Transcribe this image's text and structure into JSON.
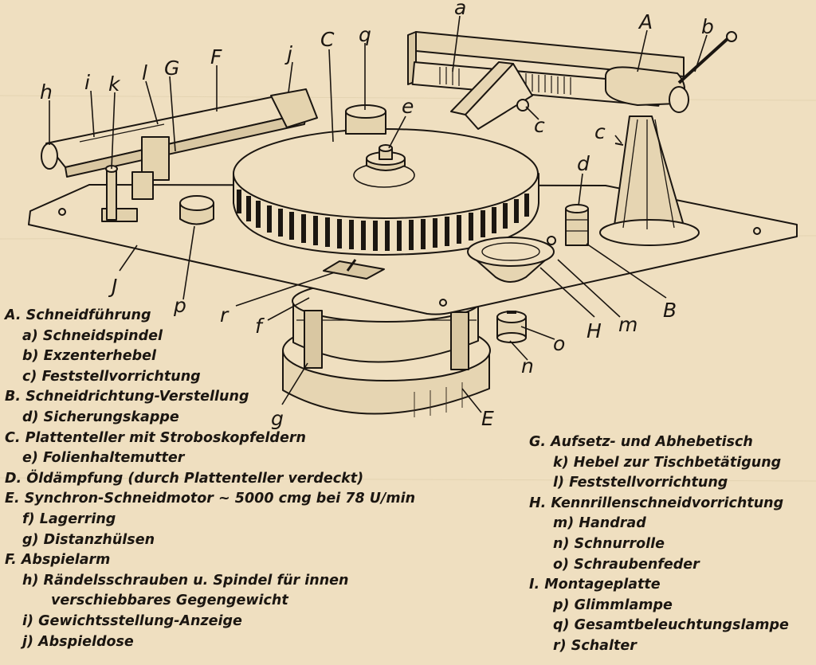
{
  "colors": {
    "paper": "#efdfc0",
    "ink": "#1b1611",
    "shade": "#c9b894"
  },
  "labels": {
    "a": "a",
    "A": "A",
    "b": "b",
    "c1": "c",
    "c2": "c",
    "C": "C",
    "q": "q",
    "e": "e",
    "j": "j",
    "F": "F",
    "G": "G",
    "l": "l",
    "k": "k",
    "i": "i",
    "h": "h",
    "d": "d",
    "J": "J",
    "p": "p",
    "r": "r",
    "f": "f",
    "B": "B",
    "H": "H",
    "m": "m",
    "o": "o",
    "n": "n",
    "g": "g",
    "E": "E"
  },
  "legend_left": [
    {
      "text": "A. Schneidführung",
      "level": 0
    },
    {
      "text": "a) Schneidspindel",
      "level": 1
    },
    {
      "text": "b) Exzenterhebel",
      "level": 1
    },
    {
      "text": "c) Feststellvorrichtung",
      "level": 1
    },
    {
      "text": "B. Schneidrichtung-Verstellung",
      "level": 0
    },
    {
      "text": "d) Sicherungskappe",
      "level": 1
    },
    {
      "text": "C. Plattenteller mit Stroboskopfeldern",
      "level": 0
    },
    {
      "text": "e) Folienhaltemutter",
      "level": 1
    },
    {
      "text": "D. Öldämpfung (durch Plattenteller verdeckt)",
      "level": 0
    },
    {
      "text": "E. Synchron-Schneidmotor ~ 5000 cmg bei 78 U/min",
      "level": 0
    },
    {
      "text": "f) Lagerring",
      "level": 1
    },
    {
      "text": "g) Distanzhülsen",
      "level": 1
    },
    {
      "text": "F. Abspielarm",
      "level": 0
    },
    {
      "text": "h) Rändelsschrauben u. Spindel für innen",
      "level": 1
    },
    {
      "text": "verschiebbares Gegengewicht",
      "level": 2
    },
    {
      "text": "i) Gewichtsstellung-Anzeige",
      "level": 1
    },
    {
      "text": "j) Abspieldose",
      "level": 1
    }
  ],
  "legend_right": [
    {
      "text": "G. Aufsetz- und Abhebetisch",
      "level": 0
    },
    {
      "text": "k) Hebel zur Tischbetätigung",
      "level": 1
    },
    {
      "text": "l) Feststellvorrichtung",
      "level": 1
    },
    {
      "text": "H. Kennrillenschneidvorrichtung",
      "level": 0
    },
    {
      "text": "m) Handrad",
      "level": 1
    },
    {
      "text": "n) Schnurrolle",
      "level": 1
    },
    {
      "text": "o) Schraubenfeder",
      "level": 1
    },
    {
      "text": "I. Montageplatte",
      "level": 0
    },
    {
      "text": "p) Glimmlampe",
      "level": 1
    },
    {
      "text": "q) Gesamtbeleuchtungslampe",
      "level": 1
    },
    {
      "text": "r) Schalter",
      "level": 1
    }
  ]
}
